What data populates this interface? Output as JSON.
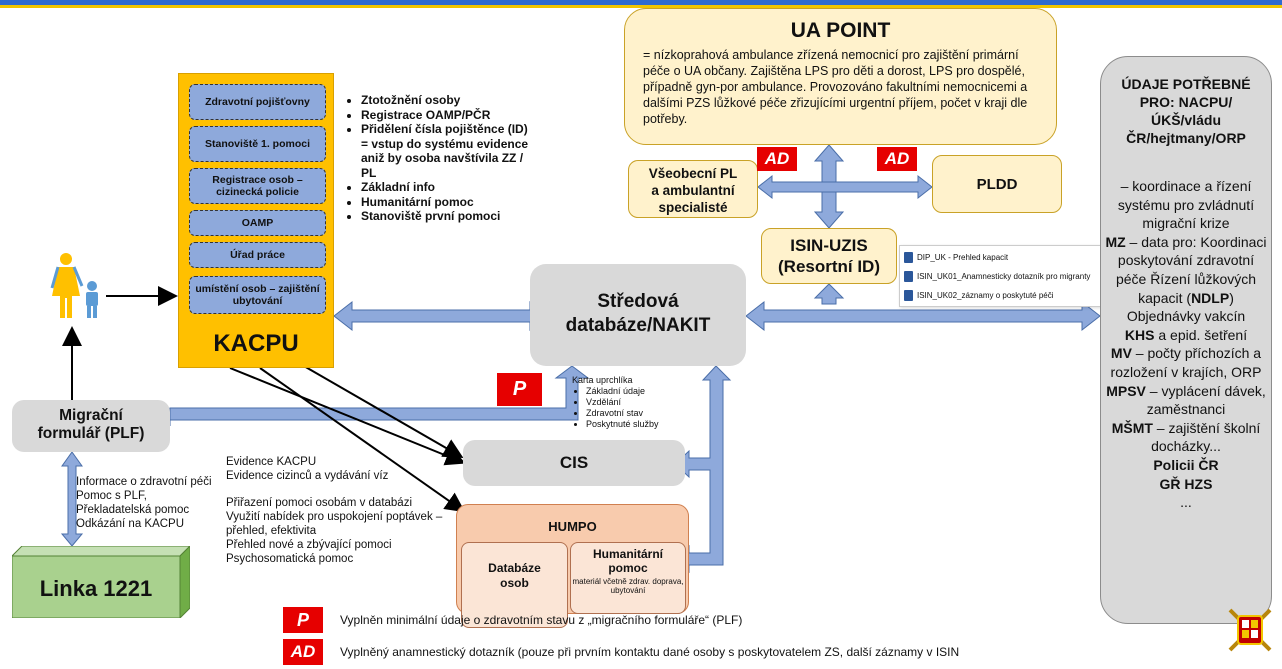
{
  "uapoint": {
    "title": "UA POINT",
    "desc": "= nízkoprahová ambulance zřízená nemocnicí pro zajištění primární péče o UA občany. Zajištěna LPS pro děti a dorost, LPS pro dospělé, případně gyn-por ambulance. Provozováno fakultními nemocnicemi a dalšími PZS lůžkové péče zřizujícími urgentní příjem, počet v kraji dle potřeby."
  },
  "ad_label": "AD",
  "p_label": "P",
  "vseob": {
    "line1": "Všeobecní PL",
    "line2": "a ambulantní",
    "line3": "specialisté"
  },
  "pldd": "PLDD",
  "isin": {
    "line1": "ISIN-UZIS",
    "line2": "(Resortní ID)"
  },
  "files": [
    "DIP_UK - Prehled kapacit",
    "ISIN_UK01_Anamnesticky dotazník pro migranty",
    "ISIN_UK02_záznamy o poskytuté péči"
  ],
  "kacpu": {
    "title": "KACPU",
    "items": [
      "Zdravotní pojišťovny",
      "Stanoviště 1. pomoci",
      "Registrace osob – cizinecká policie",
      "OAMP",
      "Úřad práce",
      "umístění osob – zajištění ubytování"
    ]
  },
  "kacpu_bullets": [
    "Ztotožnění osoby",
    "Registrace OAMP/PČR",
    "Přidělení čísla pojištěnce (ID) = vstup do systému evidence aniž by osoba navštívila ZZ / PL",
    "Základní info",
    "Humanitární pomoc",
    "Stanoviště první pomoci"
  ],
  "migr": {
    "line1": "Migrační",
    "line2": "formulář (PLF)"
  },
  "stred": {
    "line1": "Středová",
    "line2": "databáze/NAKIT"
  },
  "karta": {
    "title": "Karta uprchlíka",
    "items": [
      "Základní údaje",
      "Vzdělání",
      "Zdravotní stav",
      "Poskytnuté služby"
    ]
  },
  "cis": "CIS",
  "humpo": {
    "title": "HUMPO",
    "db_line1": "Databáze",
    "db_line2": "osob",
    "hp_line1": "Humanitární",
    "hp_line2": "pomoc",
    "hp_small": "materiál včetně zdrav. doprava, ubytování"
  },
  "linka": "Linka 1221",
  "info_lines": [
    "Informace o zdravotní péči",
    "Pomoc s PLF,",
    "Překladatelská pomoc",
    "Odkázání na KACPU"
  ],
  "evid_lines": [
    "Evidence KACPU",
    "Evidence cizinců a vydávání víz"
  ],
  "prir_lines": [
    "Přiřazení pomoci osobám v databázi",
    "Využití nabídek pro uspokojení poptávek – přehled, efektivita",
    "Přehled nové a zbývající pomoci",
    "Psychosomatická pomoc"
  ],
  "udaje": {
    "header": "ÚDAJE POTŘEBNÉ PRO: NACPU/ÚKŠ/vládu ČR/hejtmany/ORP",
    "coord": "– koordinace a řízení systému pro zvládnutí migrační krize",
    "mz_label": "MZ",
    "mz_text": " – data pro: Koordinaci poskytování zdravotní péče Řízení  lůžkových kapacit (",
    "ndlp": "NDLP",
    "mz_text2": ") Objednávky vakcín",
    "khs": "KHS",
    "khs_text": " a epid. šetření",
    "mv": "MV",
    "mv_text": " – počty příchozích a rozložení v krajích, ORP",
    "mpsv": "MPSV",
    "mpsv_text": " – vyplácení dávek, zaměstnanci",
    "msmt": "MŠMT",
    "msmt_text": " – zajištění školní docházky...",
    "policie": "Policii ČR",
    "ghzs": "GŘ HZS",
    "ellipsis": "..."
  },
  "legend": {
    "p_text": "Vyplněn minimální údaje o zdravotním stavu z „migračního formuláře“ (PLF)",
    "ad_text": "Vyplněný anamnestický dotazník (pouze při prvním kontaktu dané osoby s poskytovatelem ZS, další záznamy v ISIN"
  },
  "colors": {
    "accent_red": "#e60000",
    "kacpu_fill": "#ffc000",
    "ua_fill": "#fff2cc",
    "arrow_blue": "#8ea9db",
    "linka_fill": "#a9d18e",
    "humpo_fill": "#f8cbad"
  }
}
